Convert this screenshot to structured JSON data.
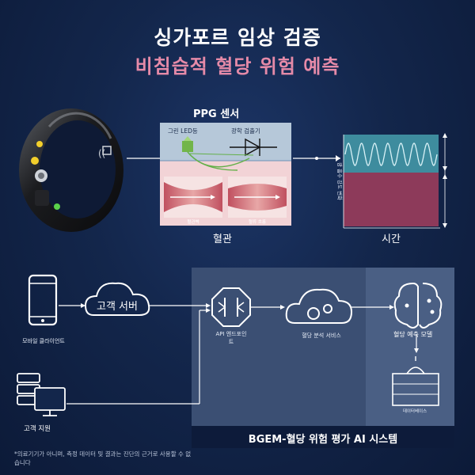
{
  "title": {
    "line1": "싱가포르 임상 검증",
    "line2": "비침습적 혈당 위험 예측"
  },
  "ppg": {
    "heading": "PPG 센서",
    "led_label": "그린 LED등",
    "detector_label": "광학 검출기",
    "vessel_label_left": "혈관벽",
    "vessel_label_right": "혈류 흐름",
    "vessel_caption": "혈관",
    "time_axis": "시간",
    "amplitude_axis": "광 흡수 강도 변화"
  },
  "system": {
    "mobile_label": "모바일 클라이언트",
    "server_label": "고객 서버",
    "support_label": "고객 지원",
    "gateway_label": "API 엔드포인트",
    "analysis_label": "혈당 분석 서비스",
    "model_label": "혈당 예측 모델",
    "database_label": "데이터베이스",
    "system_title": "BGEM-혈당 위험 평가 AI 시스템"
  },
  "footnote": "*의료기기가 아니며, 측정 데이터 및 결과는 진단의 근거로 사용할 수 없습니다",
  "colors": {
    "accent_pink": "#e58aa8",
    "wave_teal": "#3e8c9e",
    "wave_red": "#8d3a5a",
    "panel": "#3b4f73",
    "panel_dark": "#0d1b3a"
  }
}
